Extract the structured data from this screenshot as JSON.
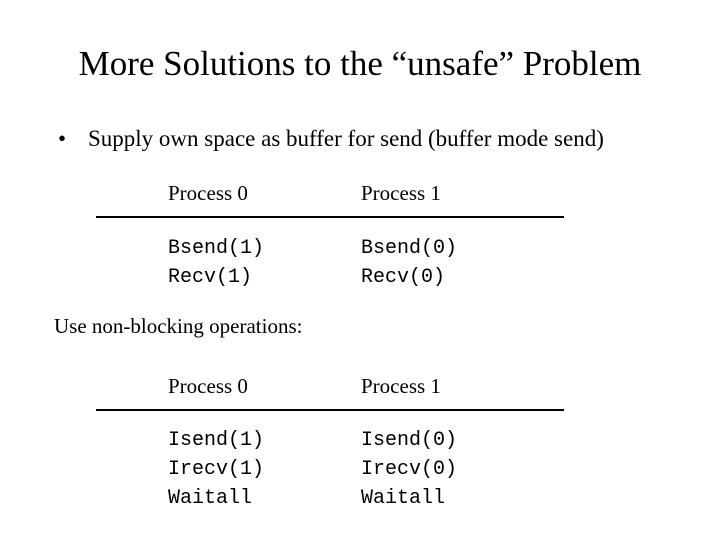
{
  "title": "More Solutions to the “unsafe” Problem",
  "bullet": {
    "marker": "•",
    "text": "Supply own space as buffer for send (buffer mode send)"
  },
  "table1": {
    "headers": [
      "Process 0",
      "Process 1"
    ],
    "process0": [
      "Bsend(1)",
      "Recv(1)"
    ],
    "process1": [
      "Bsend(0)",
      "Recv(0)"
    ]
  },
  "subheading": "Use non-blocking operations:",
  "table2": {
    "headers": [
      "Process 0",
      "Process 1"
    ],
    "process0": [
      "Isend(1)",
      "Irecv(1)",
      "Waitall"
    ],
    "process1": [
      "Isend(0)",
      "Irecv(0)",
      "Waitall"
    ]
  }
}
